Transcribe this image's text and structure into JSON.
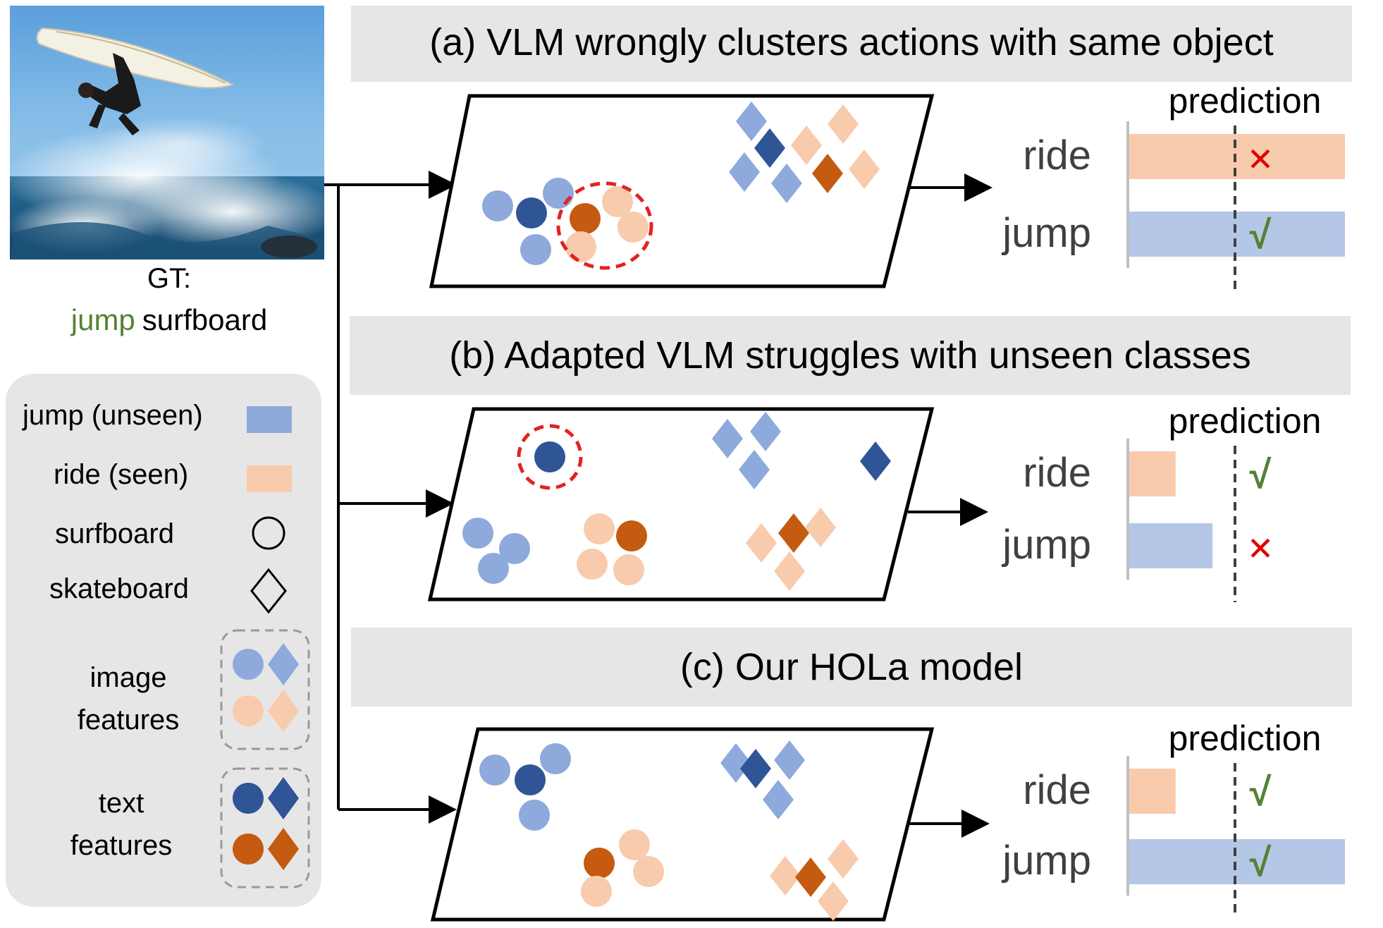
{
  "photo": {
    "gt_prefix": "GT:",
    "gt_verb": "jump",
    "gt_object": "surfboard"
  },
  "legend": {
    "jump": "jump (unseen)",
    "ride": "ride (seen)",
    "surfboard": "surfboard",
    "skateboard": "skateboard",
    "image_features": [
      "image",
      "features"
    ],
    "text_features": [
      "text",
      "features"
    ]
  },
  "colors": {
    "jump_light": "#8EA9DB",
    "jump_dark": "#2F5597",
    "ride_light": "#F8CBAD",
    "ride_dark": "#C55A11",
    "bar_ride": "#F8CBAD",
    "bar_jump": "#B4C7E7",
    "header_bg": "#E7E6E6",
    "legend_bg": "#E7E6E6",
    "highlight": "#E32222",
    "correct": "#548235",
    "wrong": "#E00000"
  },
  "panels": [
    {
      "title": "(a) VLM  wrongly clusters actions with same object",
      "prediction_label": "prediction",
      "bars": [
        {
          "label": "ride",
          "value": 1.0,
          "mark": "✕",
          "correct": false
        },
        {
          "label": "jump",
          "value": 1.0,
          "mark": "√",
          "correct": true
        }
      ]
    },
    {
      "title": "(b) Adapted VLM struggles with unseen classes",
      "prediction_label": "prediction",
      "bars": [
        {
          "label": "ride",
          "value": 0.22,
          "mark": "√",
          "correct": true
        },
        {
          "label": "jump",
          "value": 0.39,
          "mark": "✕",
          "correct": false
        }
      ]
    },
    {
      "title": "(c) Our HOLa model",
      "prediction_label": "prediction",
      "bars": [
        {
          "label": "ride",
          "value": 0.22,
          "mark": "√",
          "correct": true
        },
        {
          "label": "jump",
          "value": 1.0,
          "mark": "√",
          "correct": true
        }
      ]
    }
  ]
}
